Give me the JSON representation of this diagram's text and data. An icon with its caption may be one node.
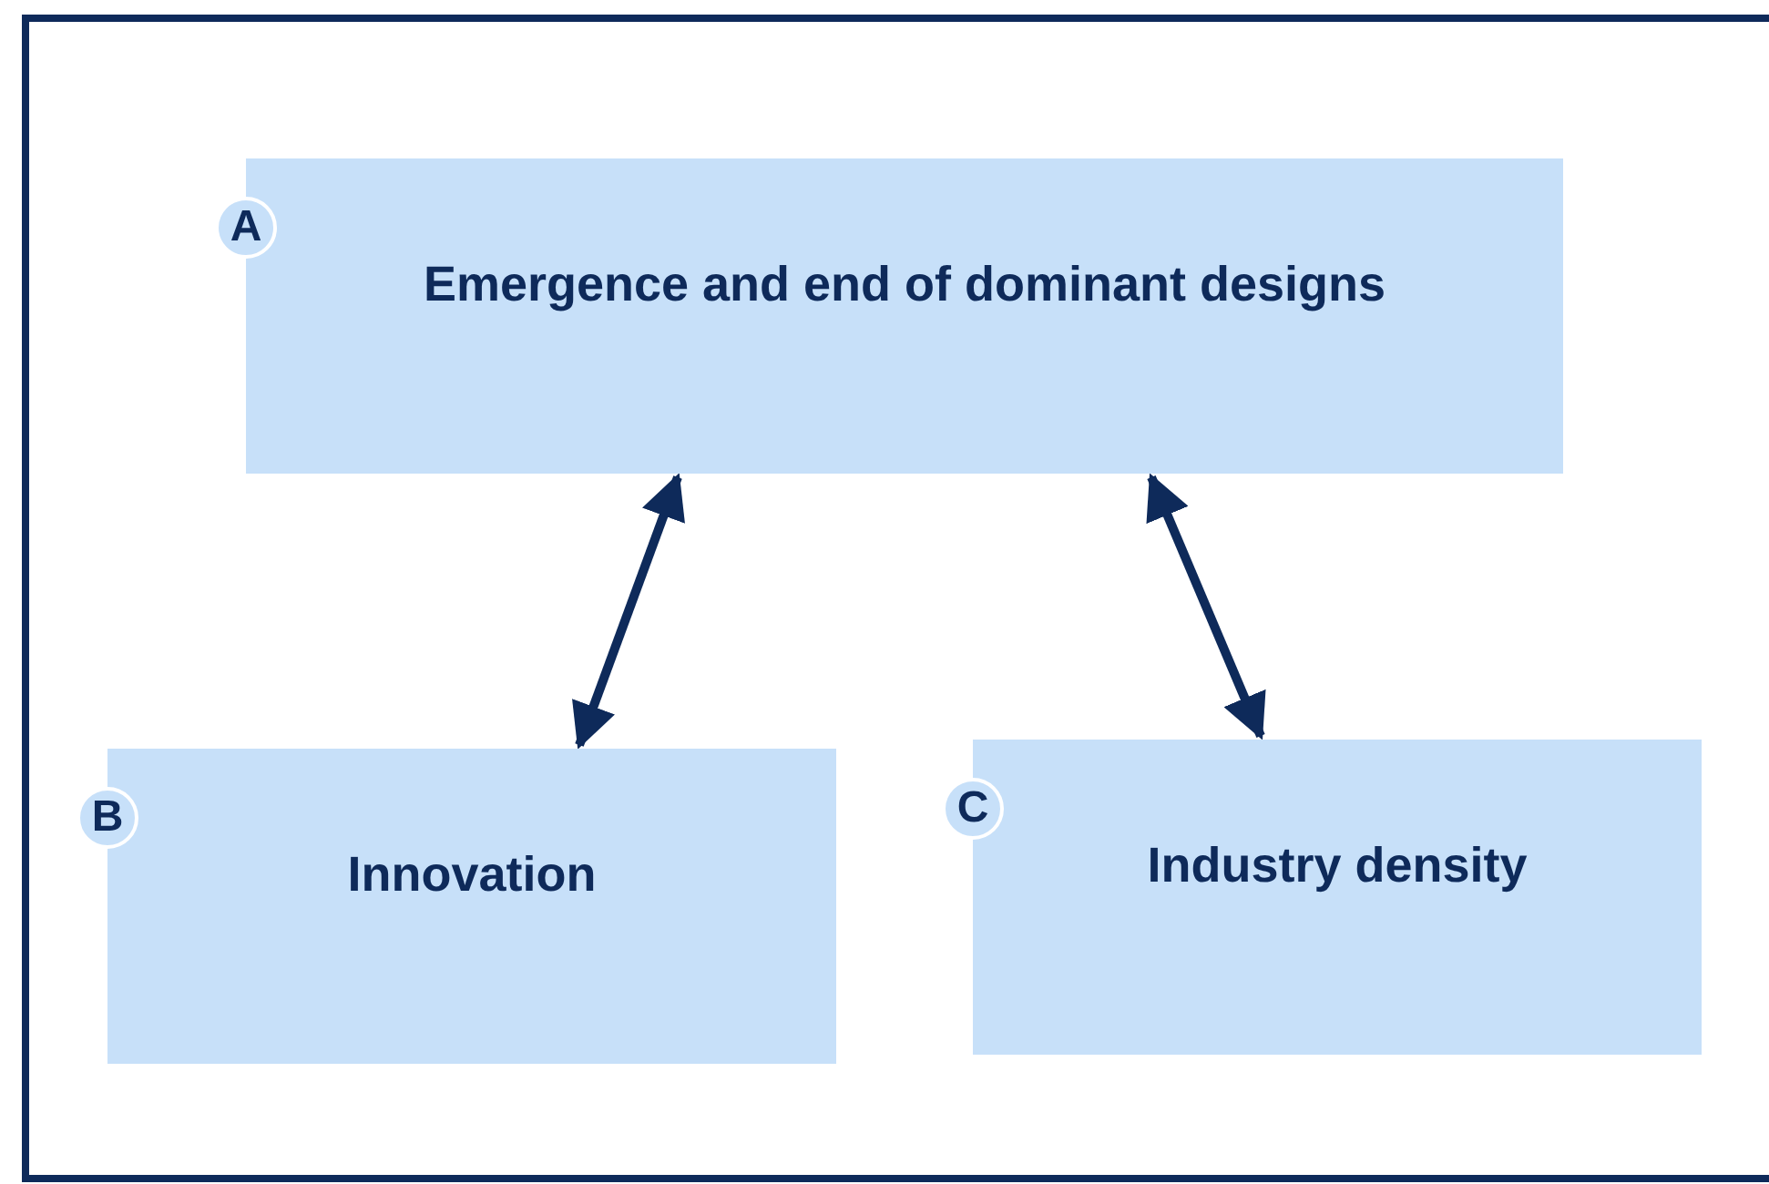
{
  "diagram": {
    "nodes": [
      {
        "text": [
          "A",
          "Emergence and end of dominant designs"
        ]
      },
      {
        "text": [
          "B",
          "Innovation"
        ]
      },
      {
        "text": [
          "C",
          "Industry density"
        ]
      }
    ],
    "edges": [
      {
        "from": 0,
        "to": 1,
        "arrow": "both"
      },
      {
        "from": 0,
        "to": 2,
        "arrow": "both"
      }
    ]
  }
}
